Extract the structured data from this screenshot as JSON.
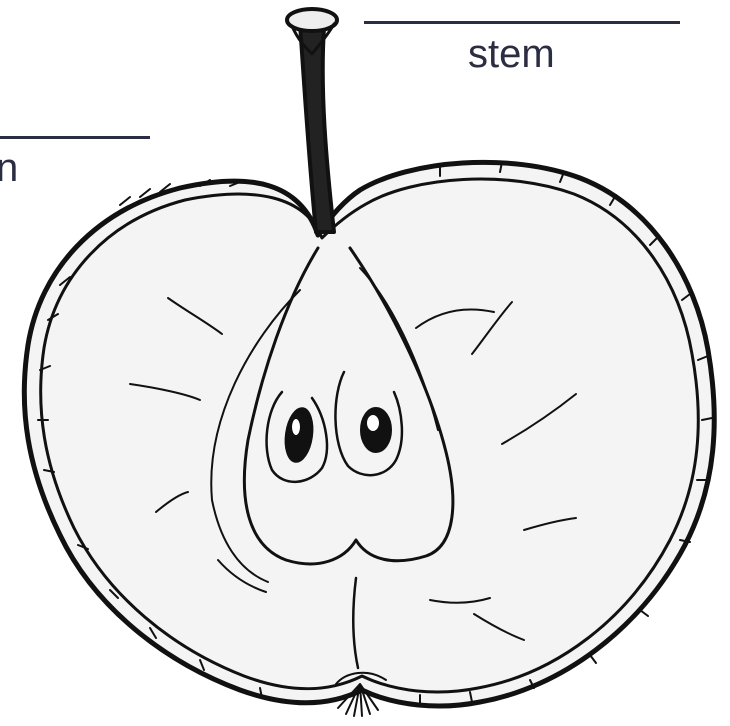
{
  "labels": {
    "stem": "stem",
    "left_partial": "n"
  },
  "colors": {
    "ink": "#111111",
    "label_text": "#2b2d42",
    "apple_fill": "#f4f4f4",
    "background": "#ffffff"
  },
  "parts": [
    "stem",
    "skin",
    "flesh",
    "core",
    "seeds",
    "calyx"
  ]
}
